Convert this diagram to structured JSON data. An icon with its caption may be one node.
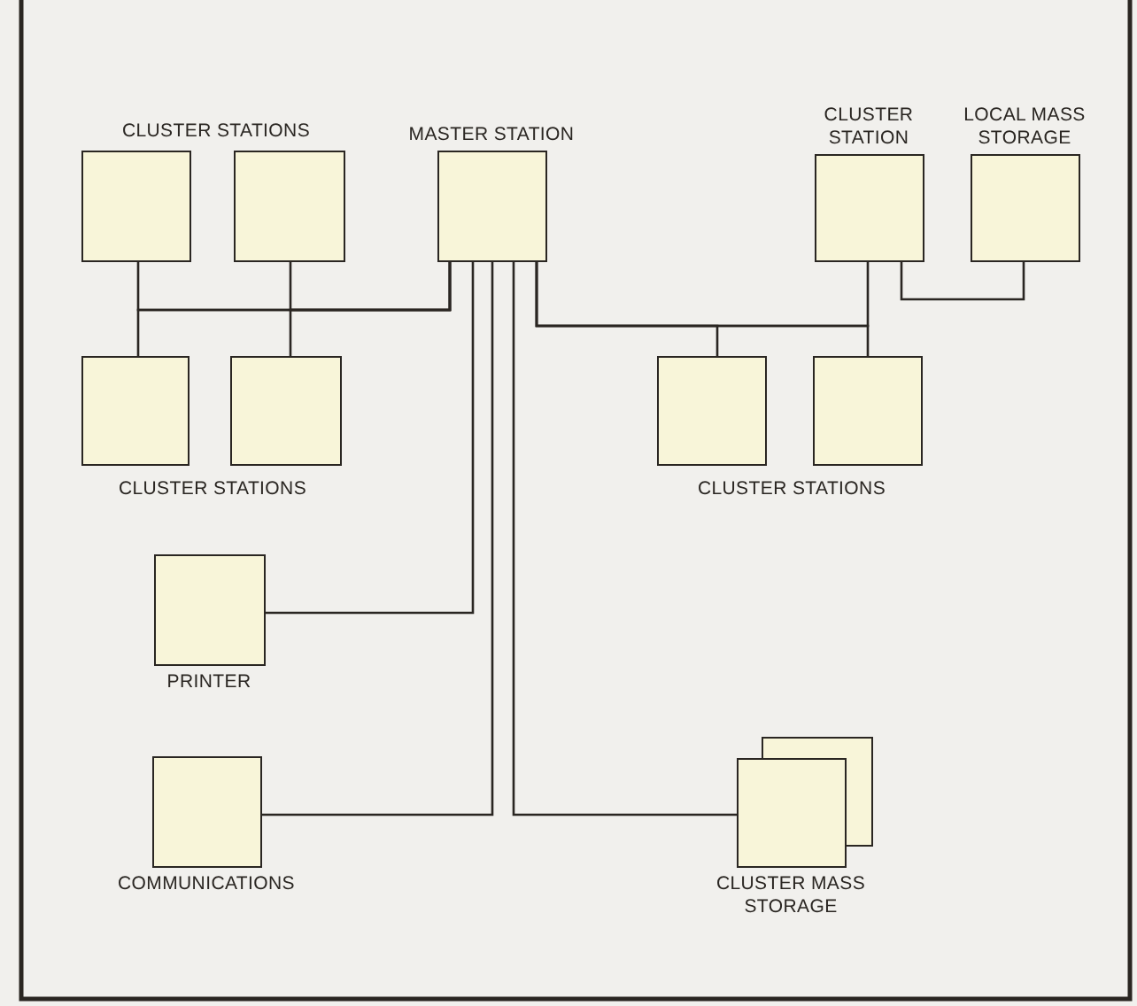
{
  "diagram": {
    "nodes": [
      {
        "text": [],
        "shape": "box"
      },
      {
        "text": [],
        "shape": "box"
      },
      {
        "text": [
          "MASTER STATION"
        ]
      },
      {
        "text": [
          "CLUSTER STATION"
        ]
      },
      {
        "text": [
          "LOCAL MASS STORAGE"
        ]
      },
      {
        "text": [],
        "shape": "box"
      },
      {
        "text": [],
        "shape": "box"
      },
      {
        "text": [],
        "shape": "box"
      },
      {
        "text": [],
        "shape": "box"
      },
      {
        "text": [
          "PRINTER"
        ]
      },
      {
        "text": [
          "COMMUNICATIONS"
        ]
      },
      {
        "text": [
          "CLUSTER MASS STORAGE"
        ]
      }
    ],
    "edges": [
      {
        "from": 2,
        "to": 0,
        "arrow": "none"
      },
      {
        "from": 2,
        "to": 5,
        "arrow": "none"
      },
      {
        "from": 2,
        "to": 1,
        "arrow": "none"
      },
      {
        "from": 2,
        "to": 6,
        "arrow": "none"
      },
      {
        "from": 2,
        "to": 3,
        "arrow": "none"
      },
      {
        "from": 2,
        "to": 8,
        "arrow": "none"
      },
      {
        "from": 2,
        "to": 7,
        "arrow": "none"
      },
      {
        "from": 3,
        "to": 4,
        "arrow": "none"
      },
      {
        "from": 2,
        "to": 9,
        "arrow": "none"
      },
      {
        "from": 2,
        "to": 10,
        "arrow": "none"
      },
      {
        "from": 2,
        "to": 11,
        "arrow": "none"
      }
    ],
    "labels": [
      "CLUSTER STATIONS",
      "CLUSTER STATIONS",
      "CLUSTER STATIONS"
    ]
  }
}
